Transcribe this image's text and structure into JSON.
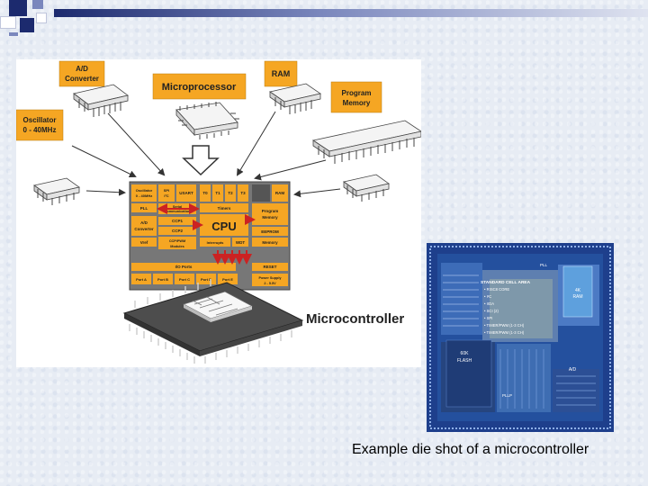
{
  "figure": {
    "labels": {
      "ad_converter": [
        "A/D",
        "Converter"
      ],
      "microprocessor": "Microprocessor",
      "ram": "RAM",
      "program_memory": [
        "Program",
        "Memory"
      ],
      "oscillator": [
        "Oscillator",
        "0 - 40MHz"
      ],
      "microcontroller": "Microcontroller"
    },
    "block": {
      "oscillator": [
        "Oscillator",
        "0 - 40MHz"
      ],
      "spi": [
        "SPI",
        "I²C"
      ],
      "usart": "USART",
      "timers_top": [
        "T0",
        "T1",
        "T2",
        "T3"
      ],
      "timers": "Timers",
      "ram": "RAM",
      "pll": "PLL",
      "serial": [
        "Serial",
        "Communication"
      ],
      "cpu": "CPU",
      "program_memory": [
        "Program",
        "Memory"
      ],
      "ad_converter": [
        "A/D",
        "Converter"
      ],
      "ccp1": "CCP1",
      "ccp2": "CCP2",
      "interrupts": "Interrupts",
      "wdt": "WDT",
      "eeprom": "EEPROM",
      "vref": "Vref",
      "ccp_modules": [
        "CCP/PWM",
        "Modules"
      ],
      "memory": "Memory",
      "io_ports": "I/O Ports",
      "reset": "RESET",
      "ports": [
        "Port A",
        "Port B",
        "Port C",
        "Port D",
        "Port E"
      ],
      "power_supply": [
        "Power Supply",
        "2 - 5.5V"
      ]
    }
  },
  "die_shot": {
    "labels": {
      "standard_cell_title": "STANDARD CELL AREA",
      "standard_cell_items": [
        "• RISC8 CORE",
        "• I²C",
        "• IrDA",
        "• SCI (2)",
        "• SPI",
        "• TIMER/PWM (1-3 CH)",
        "• TIMER/PWM (1-3 CH)"
      ],
      "ram": [
        "4K",
        "RAM"
      ],
      "flash": [
        "60K",
        "FLASH"
      ],
      "ad": "A/D",
      "pll": "PLL",
      "pllp": "PLLP"
    }
  },
  "caption": "Example die shot of a microcontroller",
  "colors": {
    "orange": "#f5a623",
    "chip_body": "#4d4d4d",
    "arrow": "#cc2222",
    "die_blue": "#1e3f8c"
  }
}
